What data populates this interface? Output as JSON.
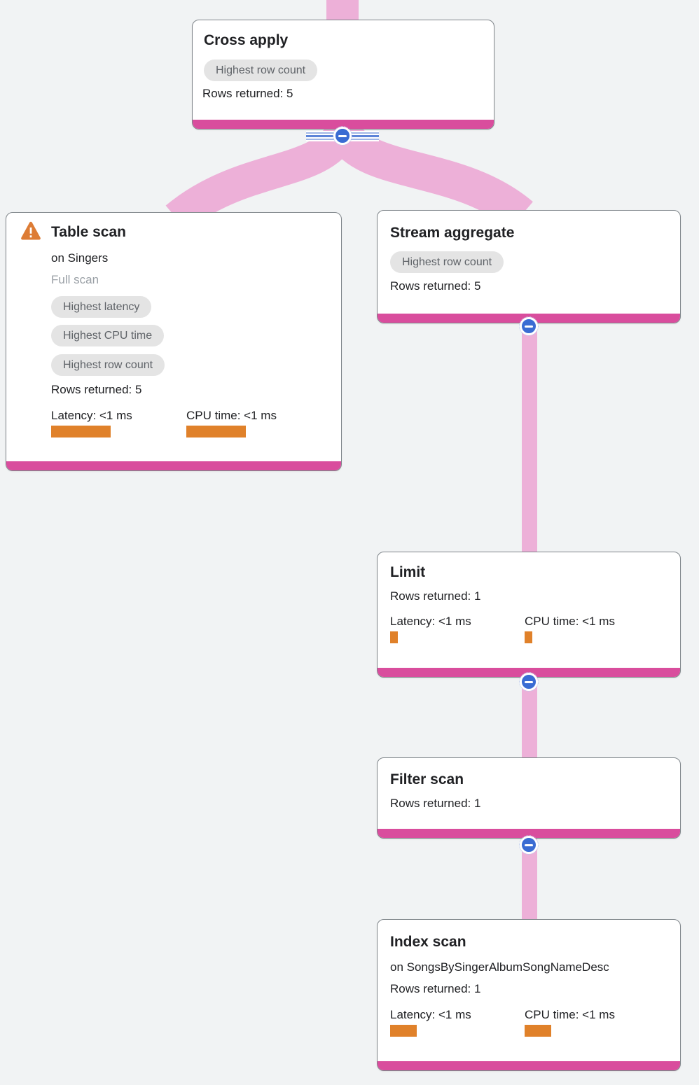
{
  "colors": {
    "background": "#f1f3f4",
    "node_border": "#80868b",
    "node_bottom_bar": "#d94d9d",
    "edge_ribbon": "#edb0d8",
    "metric_bar": "#e0812a",
    "collapse_button": "#3a6cd3",
    "warning_icon": "#dd7c35",
    "badge_background": "#e4e4e4",
    "badge_text": "#5f6368"
  },
  "icons": {
    "warning": "warning-triangle",
    "collapse": "minus-circle"
  },
  "nodes": [
    {
      "id": "cross-apply",
      "title": "Cross apply",
      "badges": [
        "Highest row count"
      ],
      "rows_returned": "Rows returned: 5"
    },
    {
      "id": "table-scan",
      "title": "Table scan",
      "subtitle": "on Singers",
      "note": "Full scan",
      "badges": [
        "Highest latency",
        "Highest CPU time",
        "Highest row count"
      ],
      "rows_returned": "Rows returned: 5",
      "latency_label": "Latency: <1 ms",
      "cpu_label": "CPU time: <1 ms",
      "has_warning": true
    },
    {
      "id": "stream-aggregate",
      "title": "Stream aggregate",
      "badges": [
        "Highest row count"
      ],
      "rows_returned": "Rows returned: 5"
    },
    {
      "id": "limit",
      "title": "Limit",
      "rows_returned": "Rows returned: 1",
      "latency_label": "Latency: <1 ms",
      "cpu_label": "CPU time: <1 ms"
    },
    {
      "id": "filter-scan",
      "title": "Filter scan",
      "rows_returned": "Rows returned: 1"
    },
    {
      "id": "index-scan",
      "title": "Index scan",
      "subtitle": "on SongsBySingerAlbumSongNameDesc",
      "rows_returned": "Rows returned: 1",
      "latency_label": "Latency: <1 ms",
      "cpu_label": "CPU time: <1 ms"
    }
  ],
  "edges": [
    {
      "from": "parent-offscreen",
      "to": "cross-apply"
    },
    {
      "from": "cross-apply",
      "to": "table-scan"
    },
    {
      "from": "cross-apply",
      "to": "stream-aggregate"
    },
    {
      "from": "stream-aggregate",
      "to": "limit"
    },
    {
      "from": "limit",
      "to": "filter-scan"
    },
    {
      "from": "filter-scan",
      "to": "index-scan"
    }
  ]
}
